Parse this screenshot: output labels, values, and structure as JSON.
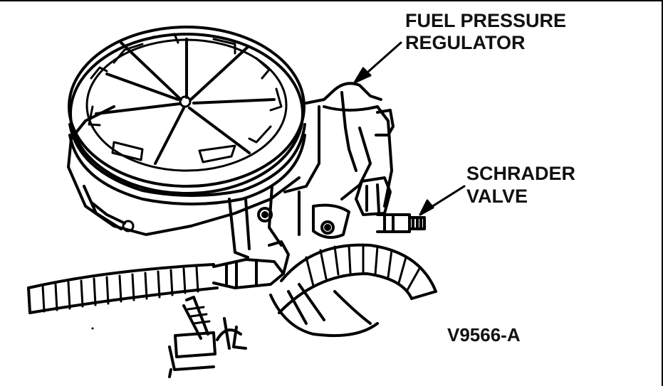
{
  "figure": {
    "labels": {
      "fuel_pressure_regulator": [
        "FUEL PRESSURE",
        "REGULATOR"
      ],
      "schrader_valve": [
        "SCHRADER",
        "VALVE"
      ]
    },
    "figure_id": "V9566-A"
  },
  "colors": {
    "ink": "#000000",
    "paper": "#ffffff"
  }
}
